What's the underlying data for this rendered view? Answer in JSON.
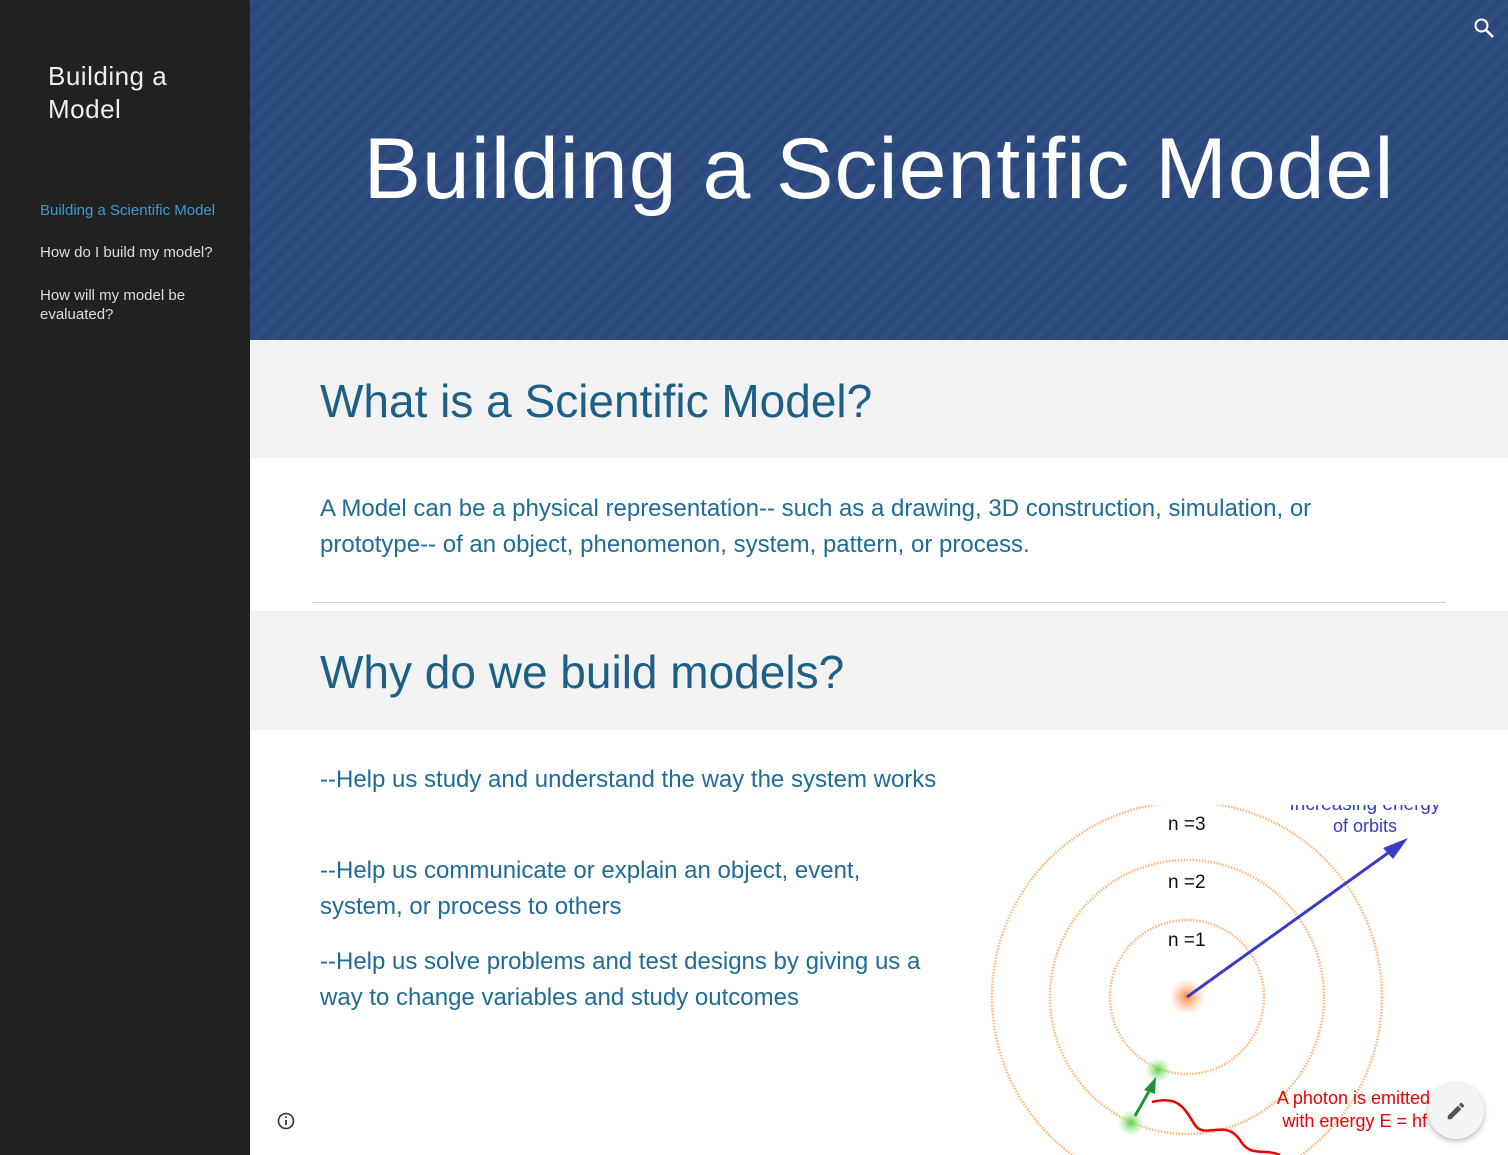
{
  "sidebar": {
    "site_title": "Building a Model",
    "items": [
      {
        "label": "Building a Scientific Model",
        "active": true
      },
      {
        "label": "How do I build my model?"
      },
      {
        "label": "How will my model be evaluated?"
      }
    ]
  },
  "hero": {
    "title": "Building a Scientific Model"
  },
  "sections": [
    {
      "heading": "What is a Scientific Model?",
      "body": "A Model can be a physical representation-- such as a drawing, 3D construction, simulation, or prototype-- of an object, phenomenon, system, pattern, or process."
    },
    {
      "heading": "Why do we build models?",
      "points": [
        "--Help us study and understand the way the system works",
        "--Help us communicate or explain an object, event, system, or process to others",
        "--Help us solve problems and test designs by giving us a way to change variables and study outcomes"
      ]
    }
  ],
  "diagram": {
    "n3": "n =3",
    "n2": "n =2",
    "n1": "n =1",
    "energy_line1": "Increasing energy",
    "energy_line2": "of orbits",
    "photon_line1": "A photon is emitted",
    "photon_line2": "with energy E = hf"
  },
  "colors": {
    "sidebar": "#212121",
    "hero": "#2c4a80",
    "heading": "#1e5f86",
    "accent": "#3a9bd0"
  },
  "icons": {
    "search": "search-icon",
    "info": "info-icon",
    "edit": "pencil-icon"
  }
}
